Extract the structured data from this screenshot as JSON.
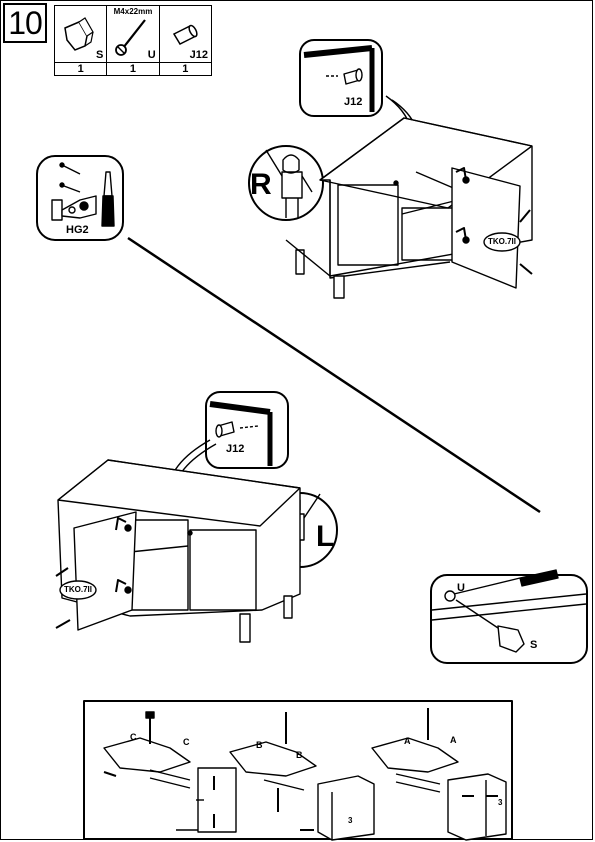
{
  "step": {
    "number": "10"
  },
  "parts": [
    {
      "code": "S",
      "qty": "1",
      "icon": "cam-lock-icon"
    },
    {
      "code": "U",
      "qty": "1",
      "size": "M4x22mm",
      "icon": "screw-icon"
    },
    {
      "code": "J12",
      "qty": "1",
      "icon": "dowel-icon"
    }
  ],
  "callouts": {
    "hinge": "HG2",
    "dowel_top": "J12",
    "dowel_mid": "J12",
    "door_right": "TKO.7II",
    "door_left": "TKO.7II",
    "screw_detail_u": "U",
    "screw_detail_s": "S"
  },
  "side_markers": {
    "right": "R",
    "left": "L"
  },
  "adjustment_panel": {
    "letters": [
      "C",
      "C",
      "B",
      "B",
      "A",
      "A"
    ],
    "panel_marks": [
      "3",
      "3"
    ]
  }
}
